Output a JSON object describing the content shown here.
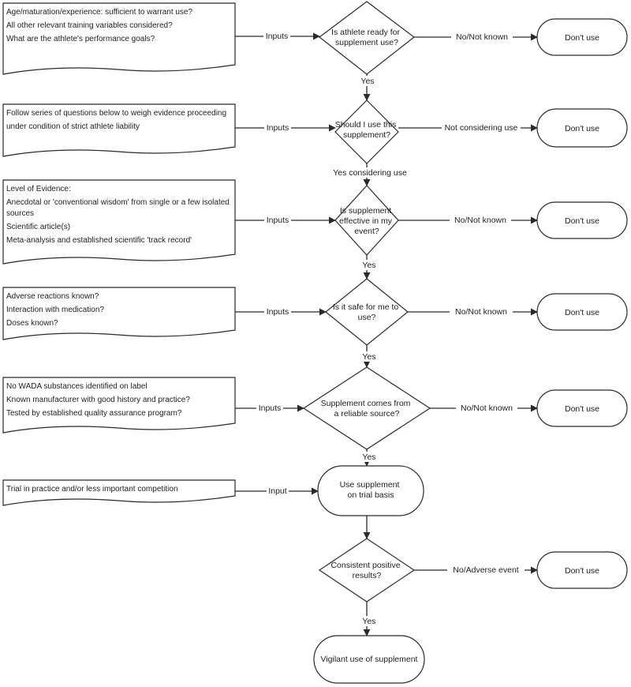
{
  "inputs": [
    {
      "lines": [
        "Age/maturation/experience: sufficient to warrant use?",
        "All other relevant training variables considered?",
        "What are the athlete's performance goals?"
      ]
    },
    {
      "lines": [
        "Follow series of questions below to weigh evidence proceeding",
        "under condition of strict athlete liability"
      ]
    },
    {
      "lines": [
        "Level of Evidence:",
        "Anecdotal or 'conventional wisdom' from single or a few isolated",
        "sources",
        "Scientific article(s)",
        "Meta-analysis and established scientific 'track record'"
      ]
    },
    {
      "lines": [
        "Adverse reactions known?",
        "Interaction with medication?",
        "Doses known?"
      ]
    },
    {
      "lines": [
        "No WADA substances identified on label",
        "Known manufacturer with good history and practice?",
        "Tested by established quality assurance program?"
      ]
    },
    {
      "lines": [
        "Trial in practice and/or less important competition"
      ]
    }
  ],
  "input_labels": [
    "Inputs",
    "Inputs",
    "Inputs",
    "Inputs",
    "Inputs",
    "Input"
  ],
  "decisions": [
    {
      "lines": [
        "Is athlete ready for",
        "supplement use?"
      ]
    },
    {
      "lines": [
        "Should I use this",
        "supplement?"
      ]
    },
    {
      "lines": [
        "Is supplement",
        "effective in my",
        "event?"
      ]
    },
    {
      "lines": [
        "Is it safe for me to",
        "use?"
      ]
    },
    {
      "lines": [
        "Supplement comes from",
        "a reliable source?"
      ]
    },
    {
      "lines": [
        "Consistent positive",
        "results?"
      ]
    }
  ],
  "processes": [
    {
      "lines": [
        "Use supplement",
        "on trial basis"
      ]
    },
    {
      "lines": [
        "Vigilant use of supplement"
      ]
    }
  ],
  "outcomes": [
    "Don't use",
    "Don't use",
    "Don't use",
    "Don't use",
    "Don't use",
    "Don't use"
  ],
  "no_labels": [
    "No/Not known",
    "Not considering use",
    "No/Not known",
    "No/Not  known",
    "No/Not known",
    "No/Adverse event"
  ],
  "yes_labels": [
    "Yes",
    "Yes considering use",
    "Yes",
    "Yes",
    "Yes",
    "Yes"
  ]
}
